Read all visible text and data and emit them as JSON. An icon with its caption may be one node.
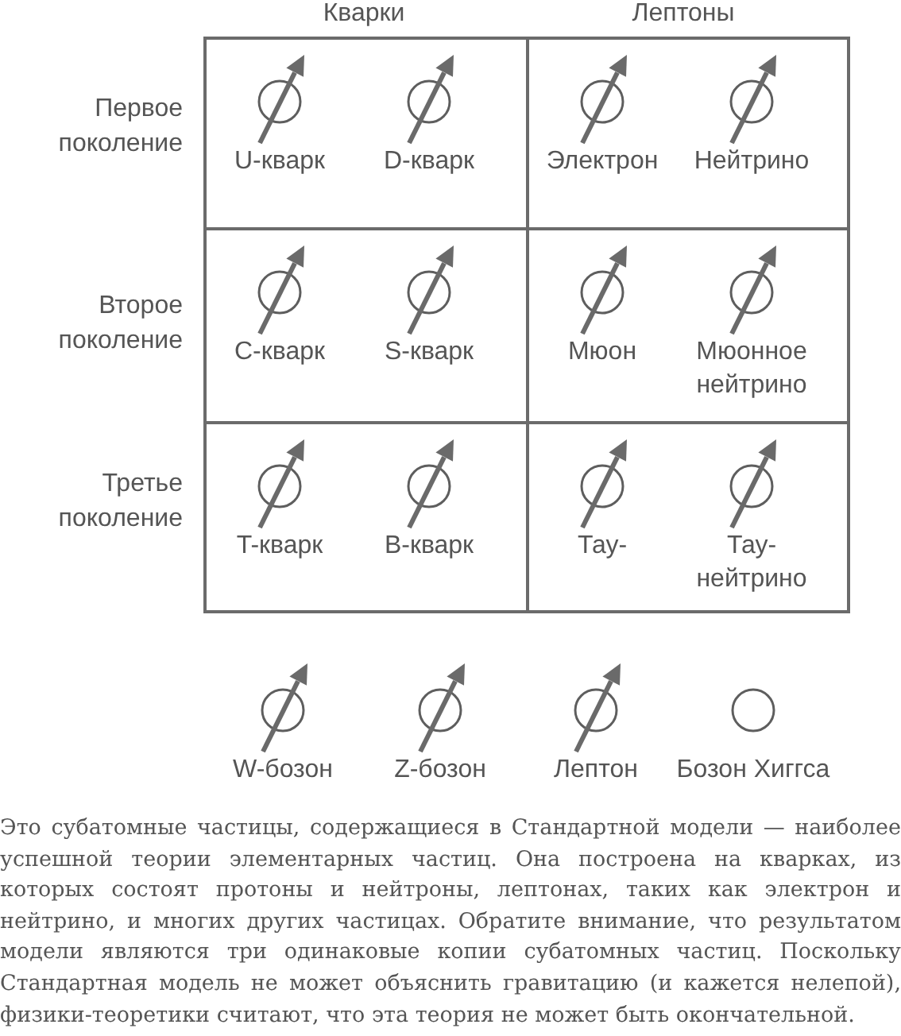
{
  "diagram": {
    "nodes": [
      {
        "text": [
          "U-кварк",
          "D-кварк"
        ]
      },
      {
        "text": [
          "Электрон",
          "Нейтрино"
        ]
      },
      {
        "text": [
          "C-кварк",
          "S-кварк"
        ]
      },
      {
        "text": [
          "Мюон",
          "Мюонное нейтрино"
        ]
      },
      {
        "text": [
          "T-кварк",
          "B-кварк"
        ]
      },
      {
        "text": [
          "Тау-",
          "Тау-нейтрино"
        ]
      }
    ],
    "labels": [
      "Кварки",
      "Лептоны",
      "Первое поколение",
      "Второе поколение",
      "Третье поколение",
      "W-бозон",
      "Z-бозон",
      "Лептон",
      "Бозон Хиггса"
    ],
    "caption": "Это субатомные частицы, содержащиеся в Стандартной модели — наиболее успешной теории элементарных частиц. Она построена на кварках, из которых состоят протоны и нейтроны, лептонах, таких как электрон и нейтрино, и многих других частицах. Обратите внимание, что результатом модели являются три одинаковые копии субатомных частиц. Поскольку Стандартная модель не может объяснить гравитацию (и кажется нелепой), физики-теоретики считают, что эта теория не может быть окончательной."
  }
}
